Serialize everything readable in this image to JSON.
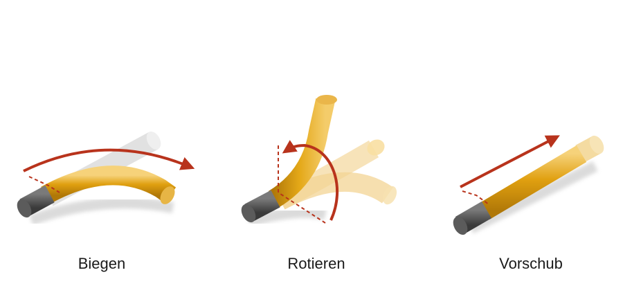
{
  "panels": [
    {
      "label": "Biegen",
      "icon": "bending-icon"
    },
    {
      "label": "Rotieren",
      "icon": "rotation-icon"
    },
    {
      "label": "Vorschub",
      "icon": "feed-icon"
    }
  ],
  "colors": {
    "rod_main": "#e0a010",
    "rod_dark": "#b07808",
    "rod_light": "#f6d27a",
    "ghost_gold": "#f3d494",
    "ghost_gray": "#e3e3e3",
    "cap": "#4a4a4a",
    "arrow": "#b8331c"
  }
}
